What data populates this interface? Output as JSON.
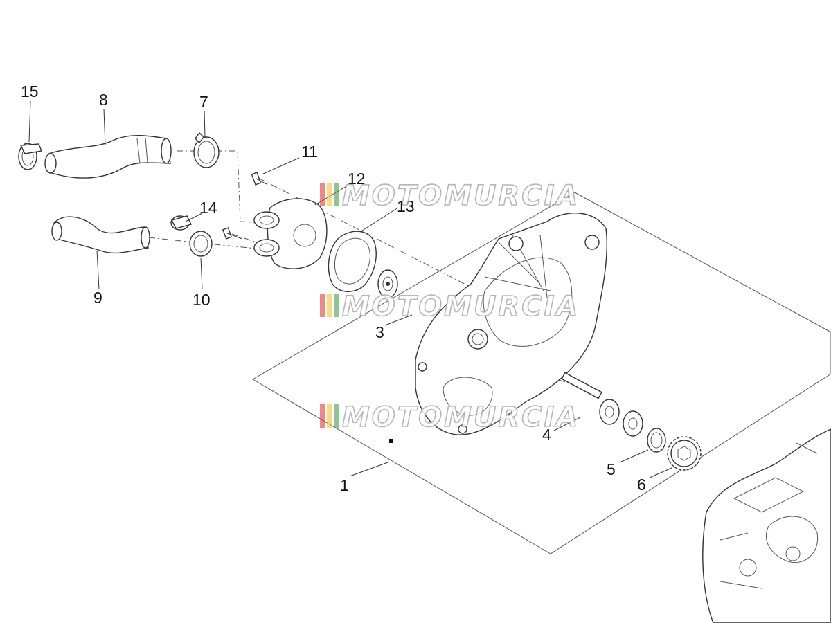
{
  "callouts": [
    {
      "id": "1",
      "text": "1"
    },
    {
      "id": "3",
      "text": "3"
    },
    {
      "id": "4",
      "text": "4"
    },
    {
      "id": "5",
      "text": "5"
    },
    {
      "id": "6",
      "text": "6"
    },
    {
      "id": "7",
      "text": "7"
    },
    {
      "id": "8",
      "text": "8"
    },
    {
      "id": "9",
      "text": "9"
    },
    {
      "id": "10",
      "text": "10"
    },
    {
      "id": "11",
      "text": "11"
    },
    {
      "id": "12",
      "text": "12"
    },
    {
      "id": "13",
      "text": "13"
    },
    {
      "id": "14",
      "text": "14"
    },
    {
      "id": "15",
      "text": "15"
    }
  ],
  "watermark": {
    "text": "MOTOMURCIA",
    "colors": [
      "#e53935",
      "#fbc02d",
      "#43a047"
    ]
  }
}
